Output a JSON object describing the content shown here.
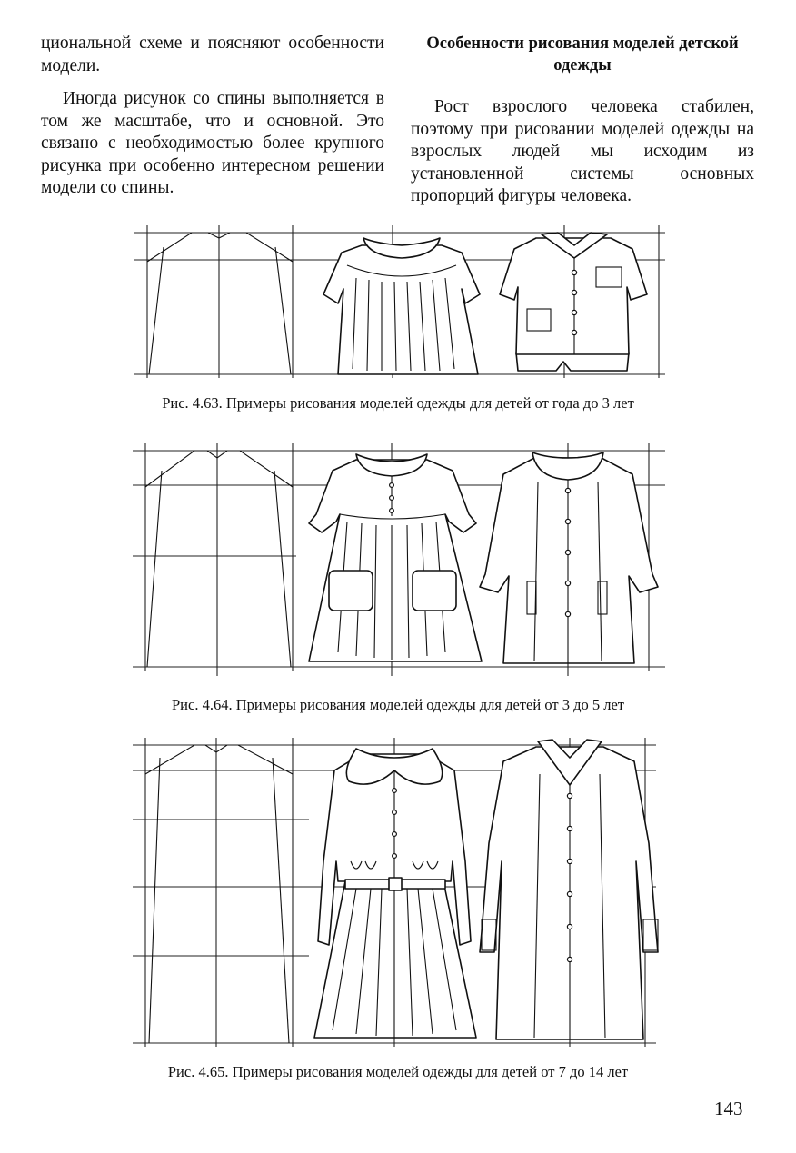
{
  "left_column": {
    "paragraph_1": "циональной схеме и поясняют особенности модели.",
    "paragraph_2": "Иногда рисунок со спины выполняется в том же масштабе, что и основной. Это связано с необходимостью более крупного рисунка при особенно интересном решении модели со спины."
  },
  "right_column": {
    "heading": "Особенности рисования моделей детской одежды",
    "paragraph": "Рост взрослого человека стабилен, поэтому при рисовании моделей одежды на взрослых людей мы исходим из установленной системы основных пропорций фигуры человека."
  },
  "figures": [
    {
      "caption": "Рис. 4.63. Примеры рисования моделей одежды для детей от года до 3 лет"
    },
    {
      "caption": "Рис. 4.64. Примеры рисования моделей одежды для детей от 3 до 5 лет"
    },
    {
      "caption": "Рис. 4.65. Примеры рисования моделей одежды для детей от 7 до 14 лет"
    }
  ],
  "page_number": "143"
}
